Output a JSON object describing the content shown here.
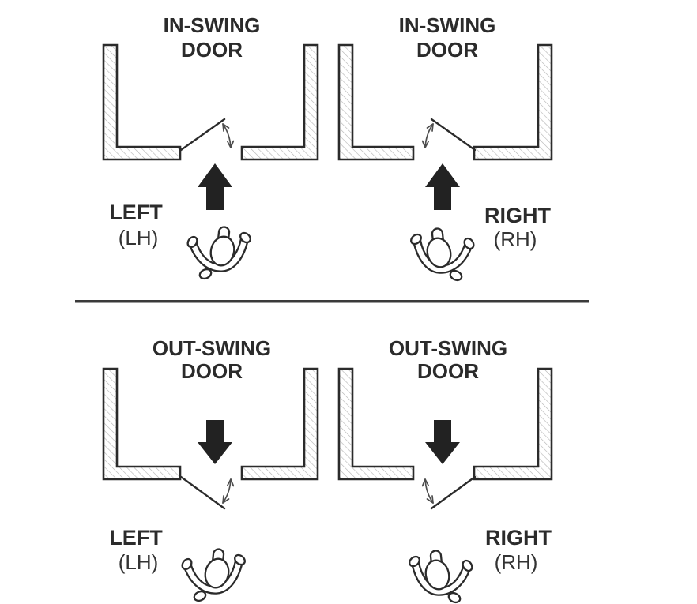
{
  "diagram": {
    "description": "Door handing chart: in-swing vs out-swing doors, left-hand vs right-hand",
    "colors": {
      "background": "#ffffff",
      "ink": "#2b2b2b",
      "hatch": "#b3b3b3",
      "swing_arc": "#4d4d4d",
      "divider": "#3a3a3a"
    },
    "panels": [
      {
        "id": "in-swing-left",
        "title_line1": "IN-SWING",
        "title_line2": "DOOR",
        "hand_label": "LEFT",
        "hand_abbr": "(LH)",
        "swing_direction": "in",
        "hinge_side": "left",
        "entry_arrow": "up"
      },
      {
        "id": "in-swing-right",
        "title_line1": "IN-SWING",
        "title_line2": "DOOR",
        "hand_label": "RIGHT",
        "hand_abbr": "(RH)",
        "swing_direction": "in",
        "hinge_side": "right",
        "entry_arrow": "up"
      },
      {
        "id": "out-swing-left",
        "title_line1": "OUT-SWING",
        "title_line2": "DOOR",
        "hand_label": "LEFT",
        "hand_abbr": "(LH)",
        "swing_direction": "out",
        "hinge_side": "left",
        "entry_arrow": "down"
      },
      {
        "id": "out-swing-right",
        "title_line1": "OUT-SWING",
        "title_line2": "DOOR",
        "hand_label": "RIGHT",
        "hand_abbr": "(RH)",
        "swing_direction": "out",
        "hinge_side": "right",
        "entry_arrow": "down"
      }
    ]
  }
}
